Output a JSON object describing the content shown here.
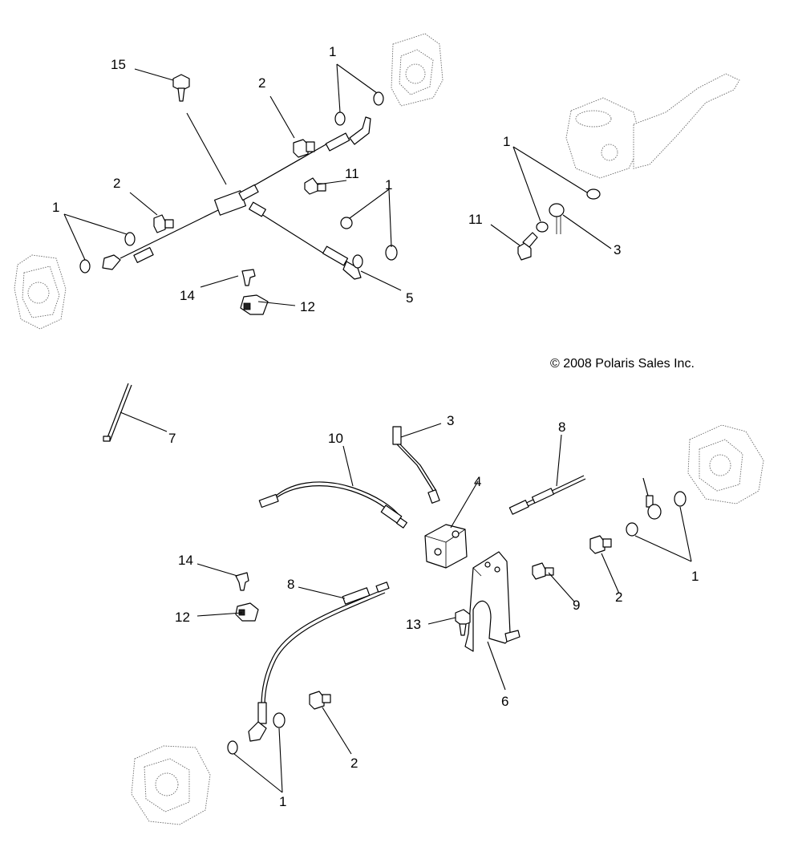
{
  "copyright": "© 2008 Polaris Sales Inc.",
  "callouts": {
    "c1": "15",
    "c2": "2",
    "c3": "1",
    "c4": "2",
    "c5": "11",
    "c6": "1",
    "c7": "1",
    "c8": "14",
    "c9": "12",
    "c10": "5",
    "c11": "1",
    "c12": "11",
    "c13": "3",
    "c14": "7",
    "c15": "10",
    "c16": "3",
    "c17": "8",
    "c18": "4",
    "c19": "14",
    "c20": "8",
    "c21": "12",
    "c22": "13",
    "c23": "9",
    "c24": "6",
    "c25": "2",
    "c26": "1",
    "c27": "2",
    "c28": "1"
  }
}
